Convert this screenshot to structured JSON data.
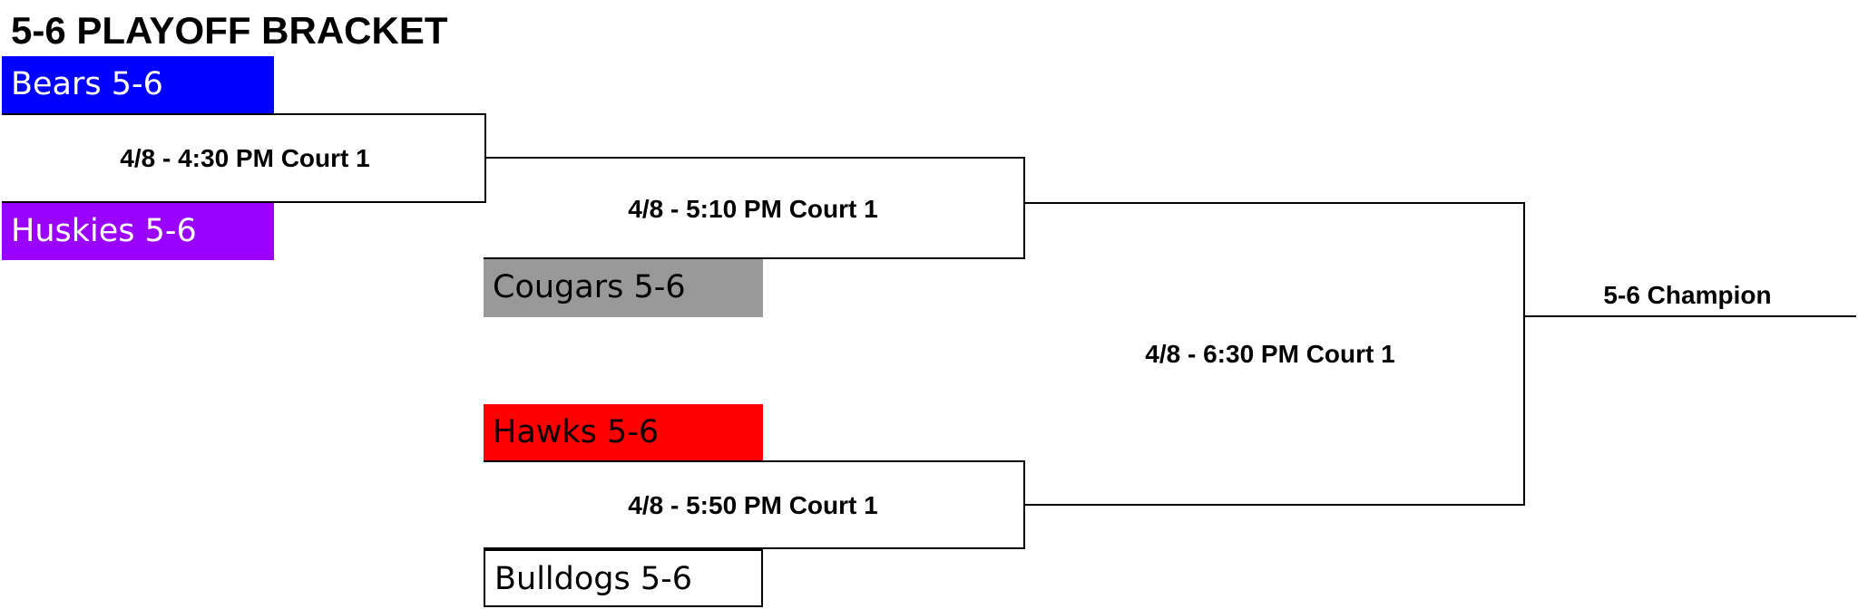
{
  "title": "5-6 PLAYOFF BRACKET",
  "teams": {
    "bears": {
      "label": "Bears 5-6",
      "color": "#0000ff",
      "text_color": "#ffffff"
    },
    "huskies": {
      "label": "Huskies 5-6",
      "color": "#9900ff",
      "text_color": "#ffffff"
    },
    "cougars": {
      "label": "Cougars 5-6",
      "color": "#999999",
      "text_color": "#000000"
    },
    "hawks": {
      "label": "Hawks 5-6",
      "color": "#ff0000",
      "text_color": "#000000"
    },
    "bulldogs": {
      "label": "Bulldogs 5-6",
      "color": "#ffffff",
      "text_color": "#000000"
    }
  },
  "games": {
    "round1": "4/8 - 4:30 PM Court 1",
    "semifinal1": "4/8 - 5:10 PM Court 1",
    "semifinal2": "4/8 - 5:50 PM Court 1",
    "final": "4/8 - 6:30 PM Court 1"
  },
  "champion_label": "5-6 Champion"
}
